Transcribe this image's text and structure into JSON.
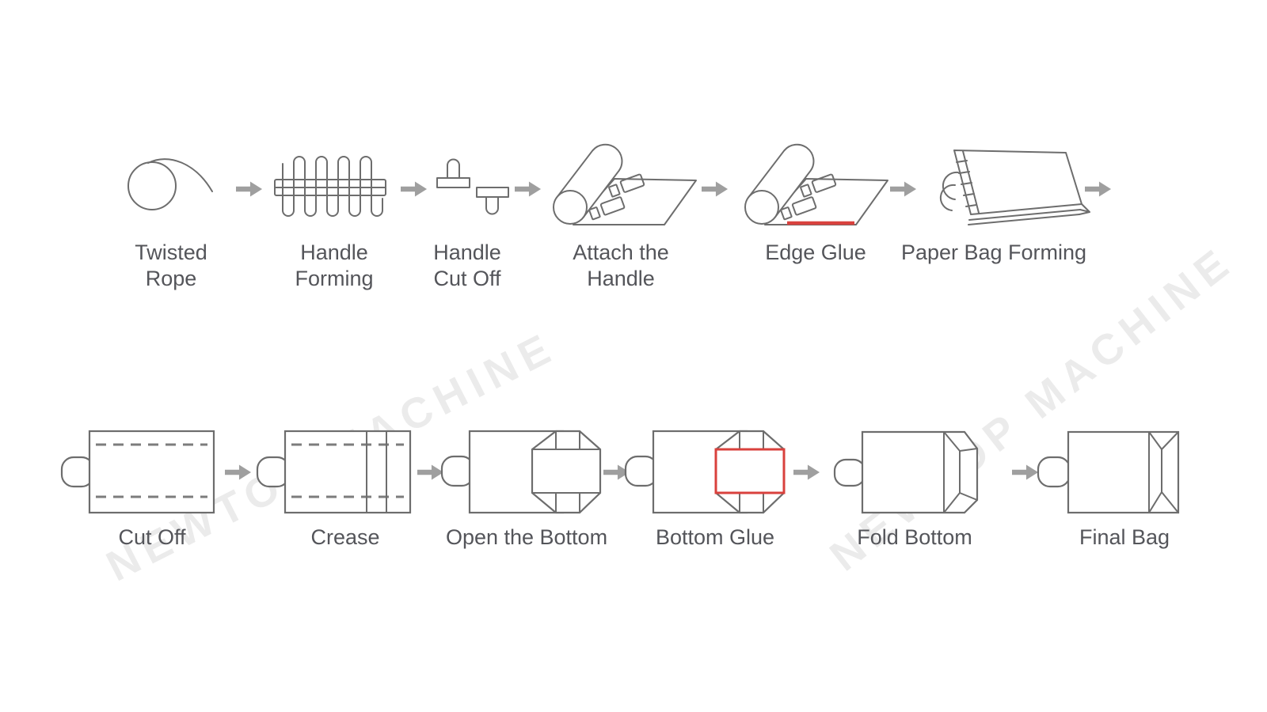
{
  "diagram": {
    "title_hint": "paper bag production process flow",
    "watermark": {
      "text": "NEWTOP MACHINE"
    },
    "colors": {
      "line_gray": "#6d6d6d",
      "arrow_gray": "#9f9f9f",
      "label_gray": "#54555a",
      "glue_red": "#d9413d",
      "watermark_gray": "#ececec",
      "background": "#ffffff"
    },
    "flow": {
      "row1": {
        "steps": [
          {
            "id": "twisted-rope",
            "lines": [
              "Twisted",
              "Rope"
            ]
          },
          {
            "id": "handle-forming",
            "lines": [
              "Handle",
              "Forming"
            ]
          },
          {
            "id": "handle-cut-off",
            "lines": [
              "Handle",
              "Cut Off"
            ]
          },
          {
            "id": "attach-the-handle",
            "lines": [
              "Attach the",
              "Handle"
            ]
          },
          {
            "id": "edge-glue",
            "lines": [
              "Edge Glue"
            ]
          },
          {
            "id": "paper-bag-forming",
            "lines": [
              "Paper Bag Forming"
            ]
          }
        ]
      },
      "row2": {
        "steps": [
          {
            "id": "cut-off",
            "lines": [
              "Cut Off"
            ]
          },
          {
            "id": "crease",
            "lines": [
              "Crease"
            ]
          },
          {
            "id": "open-the-bottom",
            "lines": [
              "Open the Bottom"
            ]
          },
          {
            "id": "bottom-glue",
            "lines": [
              "Bottom Glue"
            ]
          },
          {
            "id": "fold-bottom",
            "lines": [
              "Fold Bottom"
            ]
          },
          {
            "id": "final-bag",
            "lines": [
              "Final Bag"
            ]
          }
        ]
      }
    }
  }
}
